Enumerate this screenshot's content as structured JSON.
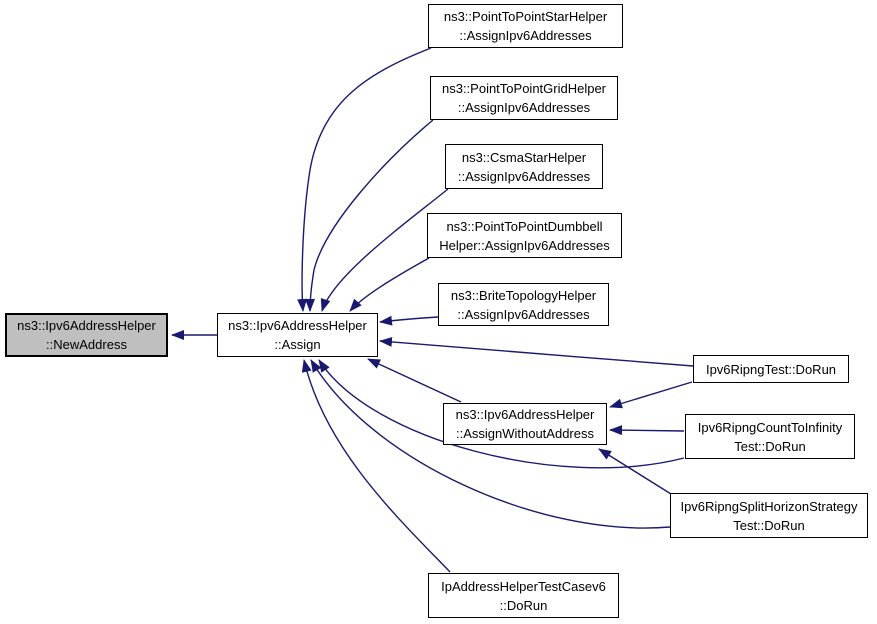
{
  "diagram": {
    "kind": "caller-graph",
    "colors": {
      "edge": "#191970",
      "node_fill": "#ffffff",
      "node_border": "#000000",
      "highlight_fill": "#bfbfbf",
      "text": "#000000",
      "background": "#ffffff"
    },
    "nodes": {
      "new_address": {
        "label": "ns3::Ipv6AddressHelper\n::NewAddress",
        "highlighted": true
      },
      "assign": {
        "label": "ns3::Ipv6AddressHelper\n::Assign"
      },
      "p2p_star": {
        "label": "ns3::PointToPointStarHelper\n::AssignIpv6Addresses"
      },
      "p2p_grid": {
        "label": "ns3::PointToPointGridHelper\n::AssignIpv6Addresses"
      },
      "csma_star": {
        "label": "ns3::CsmaStarHelper\n::AssignIpv6Addresses"
      },
      "p2p_dumbbell": {
        "label": "ns3::PointToPointDumbbell\nHelper::AssignIpv6Addresses"
      },
      "brite": {
        "label": "ns3::BriteTopologyHelper\n::AssignIpv6Addresses"
      },
      "ripng_test": {
        "label": "Ipv6RipngTest::DoRun"
      },
      "assign_without_address": {
        "label": "ns3::Ipv6AddressHelper\n::AssignWithoutAddress"
      },
      "ripng_count_to_infinity": {
        "label": "Ipv6RipngCountToInfinity\nTest::DoRun"
      },
      "ripng_split_horizon": {
        "label": "Ipv6RipngSplitHorizonStrategy\nTest::DoRun"
      },
      "ip_address_helper_test": {
        "label": "IpAddressHelperTestCasev6\n::DoRun"
      }
    },
    "edges": [
      {
        "from": "assign",
        "to": "new_address"
      },
      {
        "from": "p2p_star",
        "to": "assign"
      },
      {
        "from": "p2p_grid",
        "to": "assign"
      },
      {
        "from": "csma_star",
        "to": "assign"
      },
      {
        "from": "p2p_dumbbell",
        "to": "assign"
      },
      {
        "from": "brite",
        "to": "assign"
      },
      {
        "from": "ripng_test",
        "to": "assign"
      },
      {
        "from": "assign_without_address",
        "to": "assign"
      },
      {
        "from": "ripng_count_to_infinity",
        "to": "assign"
      },
      {
        "from": "ripng_split_horizon",
        "to": "assign"
      },
      {
        "from": "ip_address_helper_test",
        "to": "assign"
      },
      {
        "from": "ripng_test",
        "to": "assign_without_address"
      },
      {
        "from": "ripng_count_to_infinity",
        "to": "assign_without_address"
      },
      {
        "from": "ripng_split_horizon",
        "to": "assign_without_address"
      }
    ]
  }
}
